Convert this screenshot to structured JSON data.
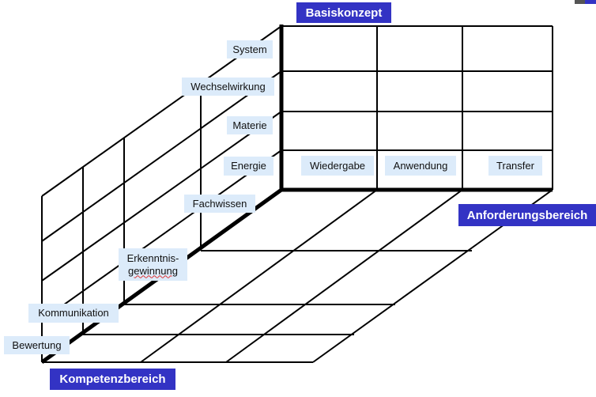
{
  "axes": {
    "basiskonzept": "Basiskonzept",
    "anforderungsbereich": "Anforderungsbereich",
    "kompetenzbereich": "Kompetenzbereich"
  },
  "basiskonzepte": [
    "System",
    "Wechselwirkung",
    "Materie",
    "Energie"
  ],
  "anforderungen": [
    "Wiedergabe",
    "Anwendung",
    "Transfer"
  ],
  "kompetenzen": {
    "fachwissen": "Fachwissen",
    "erkenntnis_line1": "Erkenntnis-",
    "erkenntnis_line2": "gewinnung",
    "kommunikation": "Kommunikation",
    "bewertung": "Bewertung"
  },
  "colors": {
    "tag": "#3333c4",
    "label_bg": "#dcebfa"
  }
}
